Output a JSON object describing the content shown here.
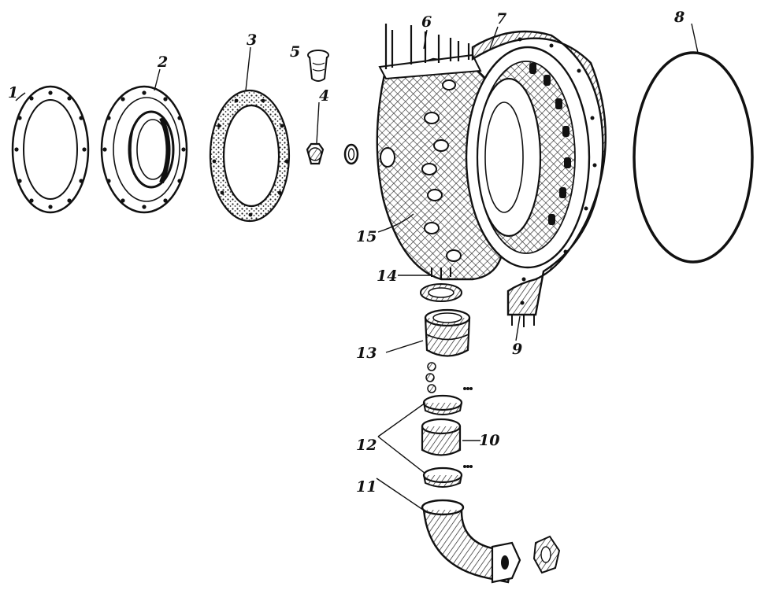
{
  "labels": {
    "l1": "1",
    "l2": "2",
    "l3": "3",
    "l4": "4",
    "l5": "5",
    "l6": "6",
    "l7": "7",
    "l8": "8",
    "l9": "9",
    "l10": "10",
    "l11": "11",
    "l12": "12",
    "l13": "13",
    "l14": "14",
    "l15": "15"
  }
}
